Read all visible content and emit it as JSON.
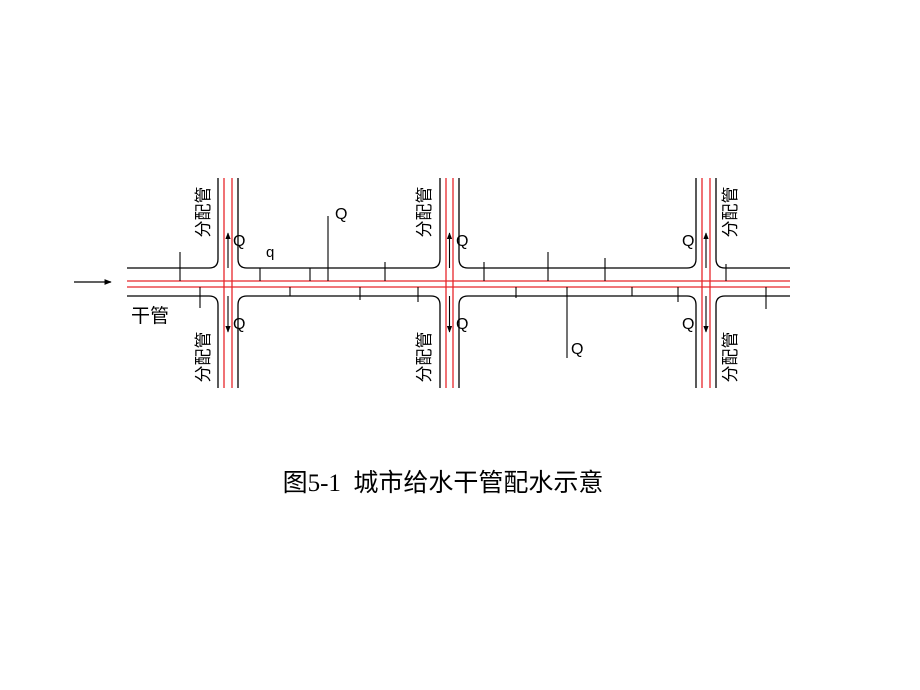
{
  "labels": {
    "branch_pipe": "分配管",
    "main_pipe": "干管",
    "node_flow": "Q",
    "line_flow": "q"
  },
  "caption": "图5-1  城市给水干管配水示意",
  "colors": {
    "main_pipe_line": "#e8262b",
    "street_line": "#000000",
    "background": "#ffffff"
  }
}
